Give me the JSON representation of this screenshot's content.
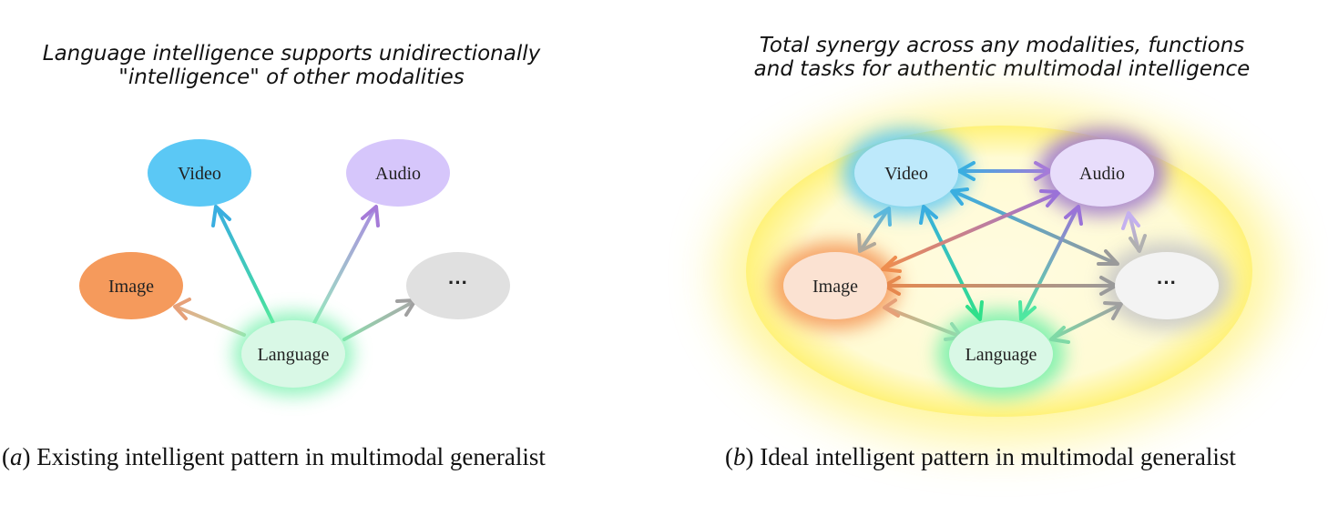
{
  "panel_a": {
    "title": "Language intelligence supports unidirectionally\n\"intelligence\" of other modalities",
    "caption_letter": "a",
    "caption_text": "Existing intelligent pattern in multimodal generalist",
    "nodes": {
      "video": "Video",
      "audio": "Audio",
      "image": "Image",
      "more": "···",
      "language": "Language"
    }
  },
  "panel_b": {
    "title": "Total synergy across any modalities, functions\nand tasks for authentic multimodal intelligence",
    "caption_letter": "b",
    "caption_text": "Ideal intelligent pattern in multimodal generalist",
    "nodes": {
      "video": "Video",
      "audio": "Audio",
      "image": "Image",
      "more": "···",
      "language": "Language"
    }
  },
  "colors": {
    "video": "#5bc8f5",
    "audio": "#d6c6fb",
    "image": "#f59a5c",
    "more": "#e0e0e0",
    "language": "#cff7e0",
    "language_glow": "#6ef0a8",
    "synergy_glow": "#fff59a"
  }
}
